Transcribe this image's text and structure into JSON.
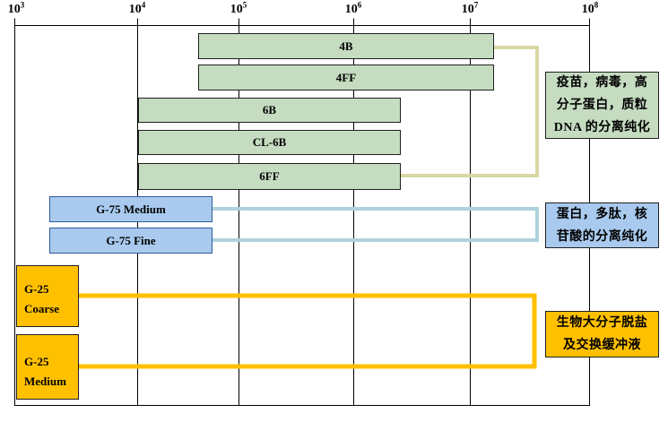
{
  "axis": {
    "scale": "log10",
    "ticks": [
      {
        "base": "10",
        "exp": "3"
      },
      {
        "base": "10",
        "exp": "4"
      },
      {
        "base": "10",
        "exp": "5"
      },
      {
        "base": "10",
        "exp": "6"
      },
      {
        "base": "10",
        "exp": "7"
      },
      {
        "base": "10",
        "exp": "8"
      }
    ]
  },
  "bars": [
    {
      "label": "4B"
    },
    {
      "label": "4FF"
    },
    {
      "label": "6B"
    },
    {
      "label": "CL-6B"
    },
    {
      "label": "6FF"
    },
    {
      "label": "G-75 Medium"
    },
    {
      "label": "G-75 Fine"
    }
  ],
  "range_boxes": [
    {
      "line1": "G-25",
      "line2": "Coarse"
    },
    {
      "line1": "G-25",
      "line2": "Medium"
    }
  ],
  "annotations": [
    {
      "lines": [
        "疫苗，病毒，高",
        "分子蛋白，质粒",
        "DNA 的分离纯化"
      ]
    },
    {
      "lines": [
        "蛋白，多肽，核",
        "苷酸的分离纯化"
      ]
    },
    {
      "lines": [
        "生物大分子脱盐",
        "及交换缓冲液"
      ]
    }
  ],
  "colors": {
    "bar-green": "#c5dcc0",
    "bar-blue": "#a9caee",
    "bar-blue-border": "#2e5b9b",
    "accent-yellow": "#ffc000",
    "connector-tan": "#d8d8a4",
    "connector-lightblue": "#afd2db"
  },
  "chart_data": {
    "type": "bar",
    "orientation": "horizontal-range",
    "title": "",
    "xlabel": "",
    "ylabel": "",
    "x_scale": "log10",
    "x_range": [
      1000,
      100000000
    ],
    "x_ticks": [
      "10^3",
      "10^4",
      "10^5",
      "10^6",
      "10^7",
      "10^8"
    ],
    "grid": "vertical-log-decade-lines",
    "legend": "none",
    "series": [
      {
        "name": "4B",
        "color_group": "green",
        "range_approx": [
          60000,
          20000000
        ]
      },
      {
        "name": "4FF",
        "color_group": "green",
        "range_approx": [
          60000,
          20000000
        ]
      },
      {
        "name": "6B",
        "color_group": "green",
        "range_approx": [
          10000,
          4000000
        ]
      },
      {
        "name": "CL-6B",
        "color_group": "green",
        "range_approx": [
          10000,
          4000000
        ]
      },
      {
        "name": "6FF",
        "color_group": "green",
        "range_approx": [
          10000,
          4000000
        ]
      },
      {
        "name": "G-75 Medium",
        "color_group": "blue",
        "range_approx": [
          2000,
          70000
        ]
      },
      {
        "name": "G-75 Fine",
        "color_group": "blue",
        "range_approx": [
          2000,
          70000
        ]
      },
      {
        "name": "G-25 Coarse",
        "color_group": "yellow",
        "range_approx": [
          1000,
          3500
        ]
      },
      {
        "name": "G-25 Medium",
        "color_group": "yellow",
        "range_approx": [
          1000,
          3500
        ]
      }
    ],
    "group_annotations": [
      {
        "applies_to": [
          "4B",
          "4FF",
          "6B",
          "CL-6B",
          "6FF"
        ],
        "text": "疫苗，病毒，高分子蛋白，质粒DNA 的分离纯化"
      },
      {
        "applies_to": [
          "G-75 Medium",
          "G-75 Fine"
        ],
        "text": "蛋白，多肽，核苷酸的分离纯化"
      },
      {
        "applies_to": [
          "G-25 Coarse",
          "G-25 Medium"
        ],
        "text": "生物大分子脱盐及交换缓冲液"
      }
    ]
  }
}
